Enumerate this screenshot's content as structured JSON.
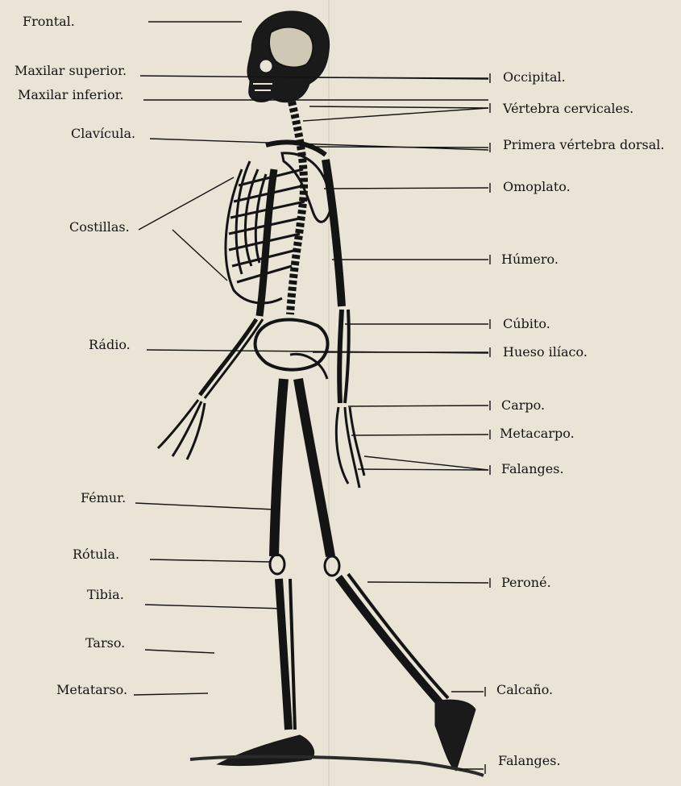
{
  "figure": {
    "left_labels": [
      "Frontal.",
      "Maxilar superior.",
      "Maxilar inferior.",
      "Clavícula.",
      "Costillas.",
      "Rádio.",
      "Fémur.",
      "Rótula.",
      "Tibia.",
      "Tarso.",
      "Metatarso."
    ],
    "right_labels": [
      "Occipital.",
      "Vértebra cervicales.",
      "Primera vértebra dorsal.",
      "Omoplato.",
      "Húmero.",
      "Cúbito.",
      "Hueso ilíaco.",
      "Carpo.",
      "Metacarpo.",
      "Falanges.",
      "Peroné.",
      "Calcaño.",
      "Falanges."
    ]
  },
  "colors": {
    "paper": "#e9e4d6",
    "ink": "#141414",
    "bleed_text": "#bdb7a6"
  }
}
